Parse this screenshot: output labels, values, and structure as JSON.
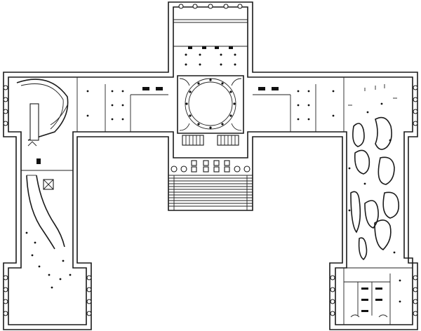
{
  "drawing": {
    "type": "architectural-floor-plan",
    "labels": [],
    "colors": {
      "line": "#1a1a1a",
      "background": "#ffffff"
    },
    "wings": [
      "left-wing",
      "center-block",
      "right-wing"
    ],
    "symbols": [
      "rotunda",
      "grand-stair",
      "columns",
      "free-form-partitions"
    ]
  }
}
